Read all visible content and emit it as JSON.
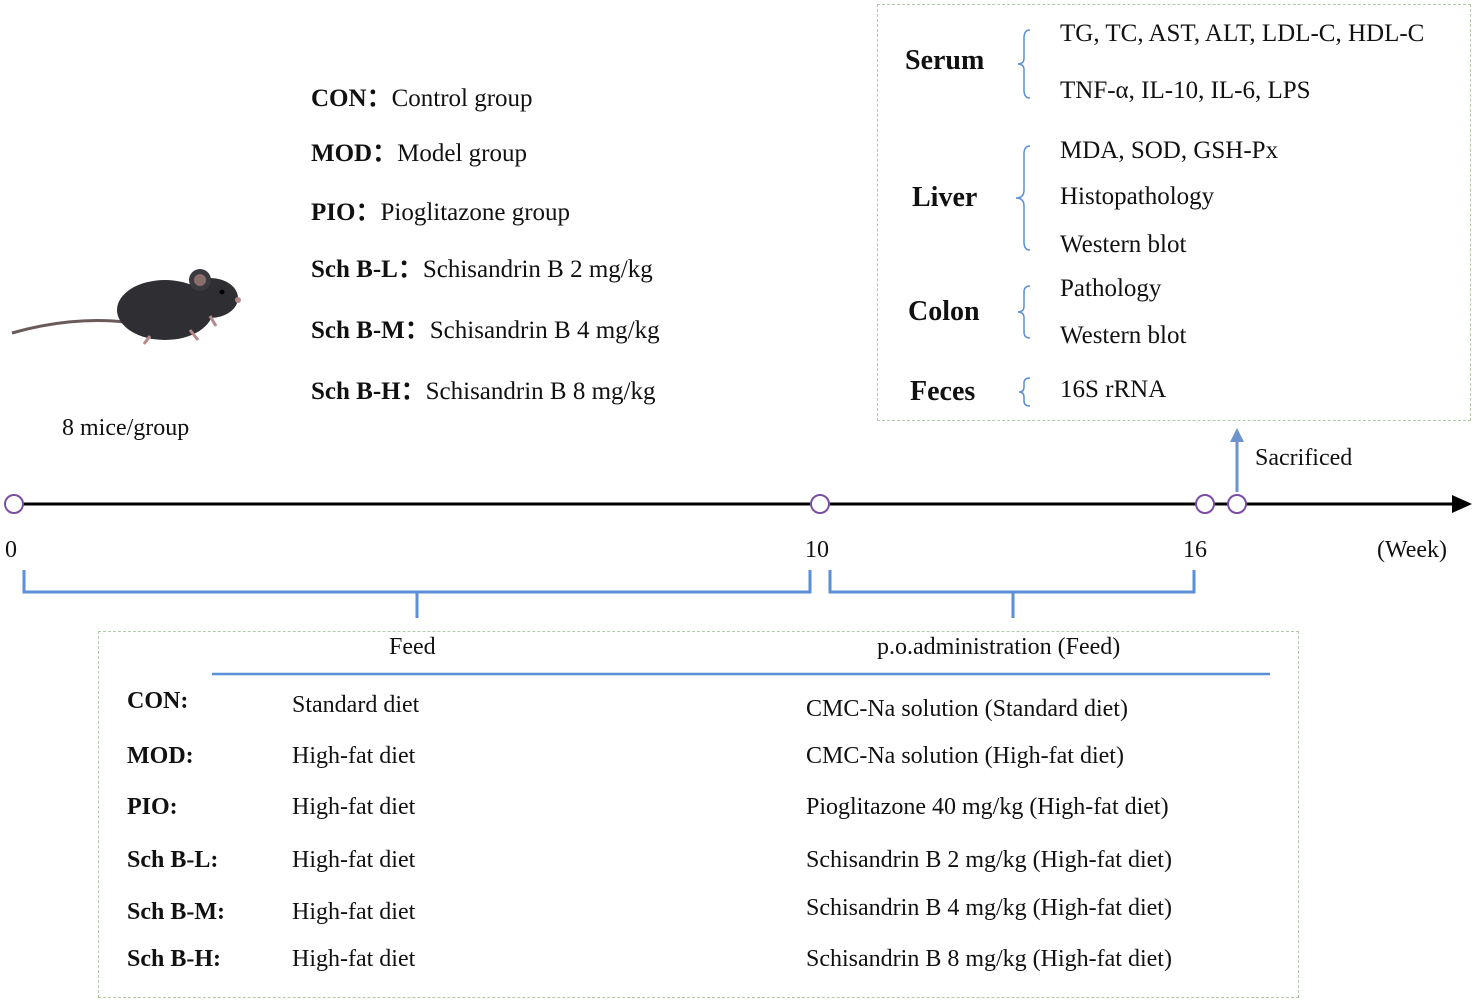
{
  "groups": [
    {
      "code": "CON",
      "desc": "Control group"
    },
    {
      "code": "MOD",
      "desc": "Model group"
    },
    {
      "code": "PIO",
      "desc": "Pioglitazone  group"
    },
    {
      "code": "Sch B-L",
      "desc": "Schisandrin B 2 mg/kg"
    },
    {
      "code": "Sch B-M",
      "desc": "Schisandrin B  4 mg/kg"
    },
    {
      "code": "Sch B-H",
      "desc": "Schisandrin B 8 mg/kg"
    }
  ],
  "mice_label": "8 mice/group",
  "analysis": {
    "serum": {
      "label": "Serum",
      "items": [
        "TG, TC, AST, ALT, LDL-C, HDL-C",
        "TNF-α, IL-10, IL-6, LPS"
      ]
    },
    "liver": {
      "label": "Liver",
      "items": [
        "MDA, SOD, GSH-Px",
        "Histopathology",
        "Western blot"
      ]
    },
    "colon": {
      "label": "Colon",
      "items": [
        "Pathology",
        "Western blot"
      ]
    },
    "feces": {
      "label": "Feces",
      "items": [
        "16S rRNA"
      ]
    }
  },
  "sacrificed_label": "Sacrificed",
  "timeline": {
    "ticks": [
      "0",
      "10",
      "16"
    ],
    "unit": "(Week)"
  },
  "phases": {
    "feed": "Feed",
    "admin": "p.o.administration (Feed)"
  },
  "regimen": [
    {
      "group": "CON:",
      "feed": "Standard diet",
      "admin": "CMC-Na solution (Standard diet)"
    },
    {
      "group": "MOD:",
      "feed": "High-fat  diet",
      "admin": "CMC-Na solution (High-fat  diet)"
    },
    {
      "group": "PIO:",
      "feed": "High-fat  diet",
      "admin": "Pioglitazone  40 mg/kg  (High-fat  diet)"
    },
    {
      "group": "Sch B-L:",
      "feed": "High-fat  diet",
      "admin": "Schisandrin B 2 mg/kg (High-fat  diet)"
    },
    {
      "group": "Sch B-M:",
      "feed": "High-fat  diet",
      "admin": "Schisandrin B 4 mg/kg (High-fat  diet)"
    },
    {
      "group": "Sch B-H:",
      "feed": "High-fat  diet",
      "admin": "Schisandrin B 8 mg/kg (High-fat  diet)"
    }
  ],
  "colors": {
    "bracket": "#5b8fd6",
    "arrow": "#6a93cf",
    "node": "#7a4fa3",
    "box_border": "#b5c9a8"
  }
}
